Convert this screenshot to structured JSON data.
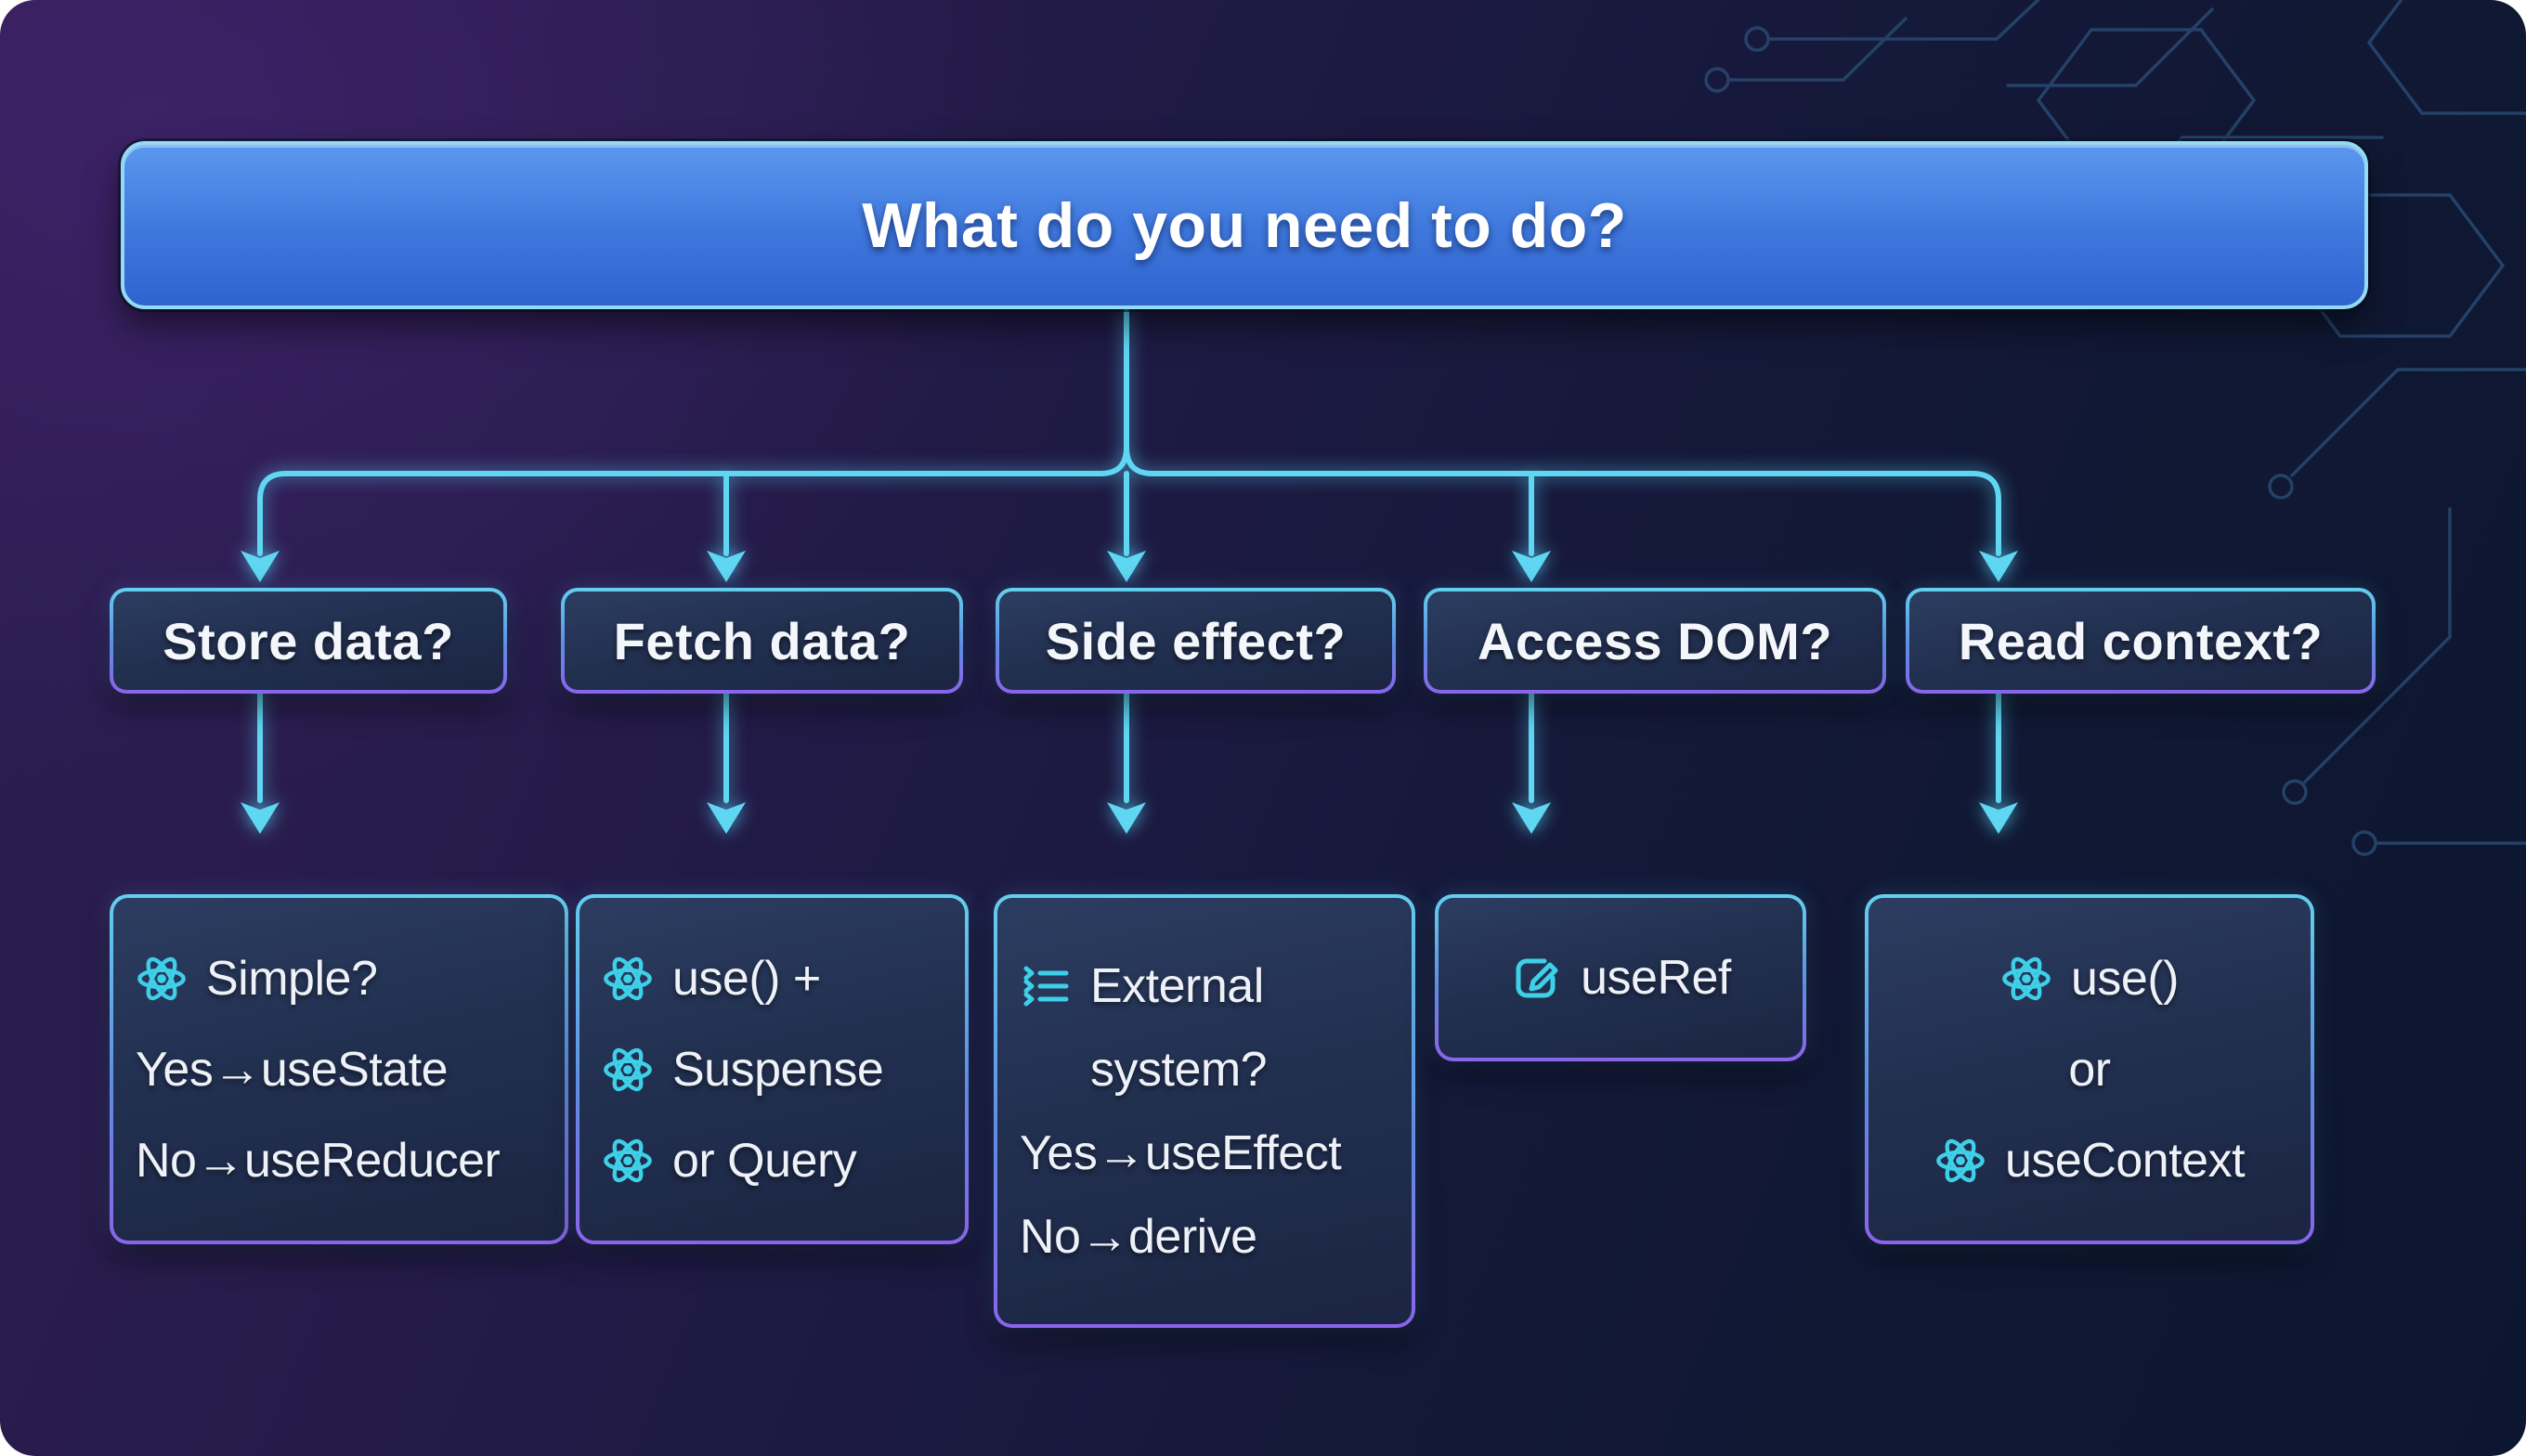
{
  "banner": {
    "title": "What do you need to do?"
  },
  "questions": [
    {
      "id": "store-data",
      "label": "Store data?"
    },
    {
      "id": "fetch-data",
      "label": "Fetch data?"
    },
    {
      "id": "side-effect",
      "label": "Side effect?"
    },
    {
      "id": "access-dom",
      "label": "Access DOM?"
    },
    {
      "id": "read-context",
      "label": "Read context?"
    }
  ],
  "answers": {
    "store": {
      "lines": [
        {
          "icon": "react-icon",
          "text": "Simple?"
        },
        {
          "icon": null,
          "text": "Yes→useState"
        },
        {
          "icon": null,
          "text": "No→useReducer"
        }
      ]
    },
    "fetch": {
      "lines": [
        {
          "icon": "react-icon",
          "text": "use() +"
        },
        {
          "icon": "react-icon",
          "text": "Suspense"
        },
        {
          "icon": "react-icon",
          "text": "or Query"
        }
      ]
    },
    "side_effect": {
      "lines": [
        {
          "icon": "list-icon",
          "text": "External"
        },
        {
          "icon": null,
          "text": "system?"
        },
        {
          "icon": null,
          "text": "Yes→useEffect"
        },
        {
          "icon": null,
          "text": "No→derive"
        }
      ]
    },
    "access_dom": {
      "lines": [
        {
          "icon": "edit-icon",
          "text": "useRef"
        }
      ]
    },
    "read_context": {
      "lines": [
        {
          "icon": "react-icon",
          "text": "use()"
        },
        {
          "icon": null,
          "text": "or"
        },
        {
          "icon": "react-icon",
          "text": "useContext"
        }
      ]
    }
  },
  "colors": {
    "arrow_cyan": "#5fd6f2",
    "box_border_top": "#63d0ef",
    "box_border_bottom": "#8a64ec",
    "box_fill_top": "#2c3d61",
    "box_fill_bottom": "#1b2543",
    "banner_border": "#93daf3",
    "banner_fill_top": "#5a98ee",
    "banner_fill_bottom": "#2f63cf",
    "background_purple": "#2e1d52",
    "background_navy": "#0d1630",
    "circuit_line": "#2a4c74",
    "react_icon": "#3ed0e8",
    "text_primary": "#eef2f8"
  }
}
